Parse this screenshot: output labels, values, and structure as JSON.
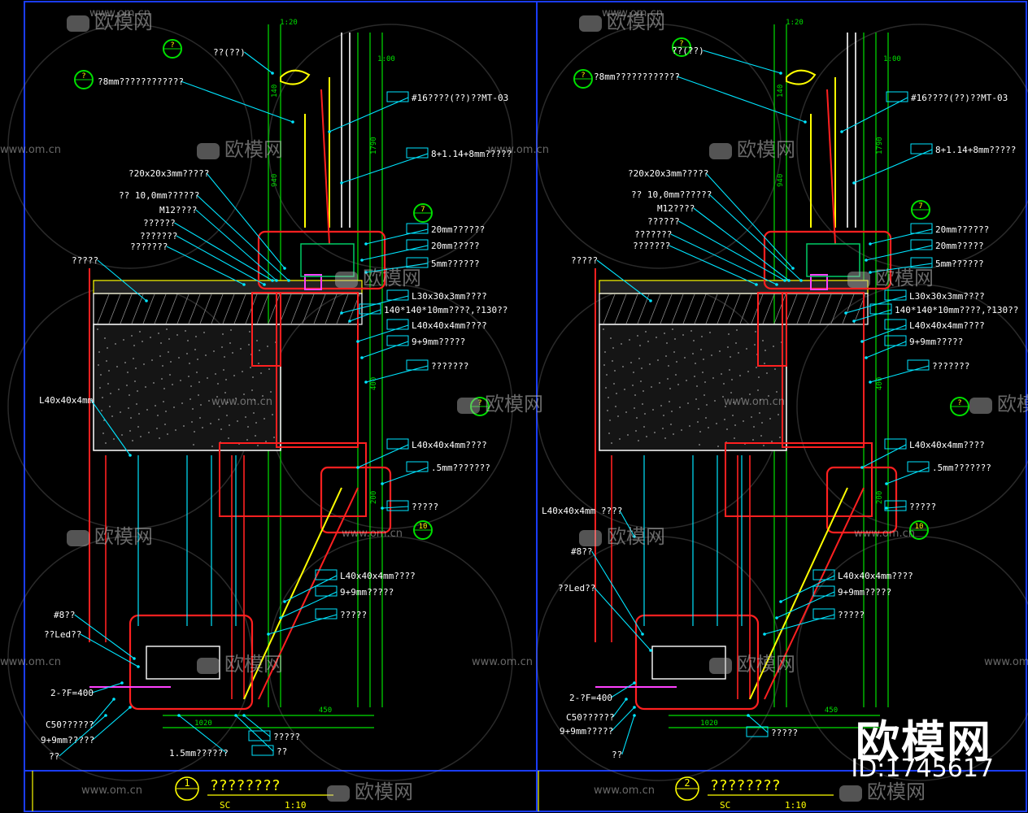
{
  "watermark": {
    "logo_text": "欧模网",
    "url_text": "www.om.cn",
    "short_url": "om.cn"
  },
  "brand": {
    "name": "欧模网",
    "id": "ID:1745617"
  },
  "colors": {
    "background": "#000000",
    "frame": "#1a3cff",
    "red": "#ff2020",
    "green": "#00e000",
    "cyan": "#00e5ff",
    "yellow": "#ffff00",
    "magenta": "#ff40ff",
    "white": "#ffffff"
  },
  "panels": [
    {
      "id": "1",
      "title": "????????",
      "scale_prefix": "SC",
      "scale": "1:10",
      "tags": [
        "?",
        "?",
        "7",
        "?",
        "10"
      ],
      "labels": [
        "??(??)",
        "?8mm????????????",
        "#16????(??)??MT-03",
        "8+1.14+8mm?????",
        "?20x20x3mm?????",
        "?? 10,0mm??????",
        "M12????",
        "??????",
        "???????",
        "???????",
        "?????",
        "20mm??????",
        "20mm?????",
        "5mm??????",
        "L30x30x3mm????",
        "140*140*10mm????,?130??",
        "L40x40x4mm????",
        "9+9mm?????",
        "???????",
        "L40x40x4mm",
        "L40x40x4mm????",
        ".5mm???????",
        "?????",
        "L40x40x4mm????",
        "9+9mm?????",
        "?????",
        "#8??",
        "??Led??",
        "2-?F=400",
        "C50??????",
        "9+9mm?????",
        "1.5mm??????",
        "?????",
        "??",
        "??"
      ]
    },
    {
      "id": "2",
      "title": "????????",
      "scale_prefix": "SC",
      "scale": "1:10",
      "tags": [
        "?",
        "?",
        "7",
        "?",
        "10"
      ],
      "labels": [
        "??(??)",
        "?8mm????????????",
        "#16????(??)??MT-03",
        "8+1.14+8mm?????",
        "?20x20x3mm?????",
        "?? 10,0mm??????",
        "M12????",
        "??????",
        "???????",
        "???????",
        "?????",
        "20mm??????",
        "20mm?????",
        "5mm??????",
        "L30x30x3mm????",
        "140*140*10mm????,?130??",
        "L40x40x4mm????",
        "9+9mm?????",
        "???????",
        "L40x40x4mm????",
        ".5mm???????",
        "?????",
        "L40x40x4mm????",
        "9+9mm?????",
        "?????",
        "L40x40x4mm ????",
        "#8??",
        "??Led??",
        "2-?F=400",
        "C50??????",
        "9+9mm?????",
        "?????",
        "??"
      ]
    }
  ],
  "dims": {
    "top": "1:20",
    "mid": "1:00",
    "v1": "140",
    "v2": "940",
    "v3": "1790",
    "v4": "400",
    "v5": "200",
    "v6": "450",
    "v7": "1020"
  }
}
